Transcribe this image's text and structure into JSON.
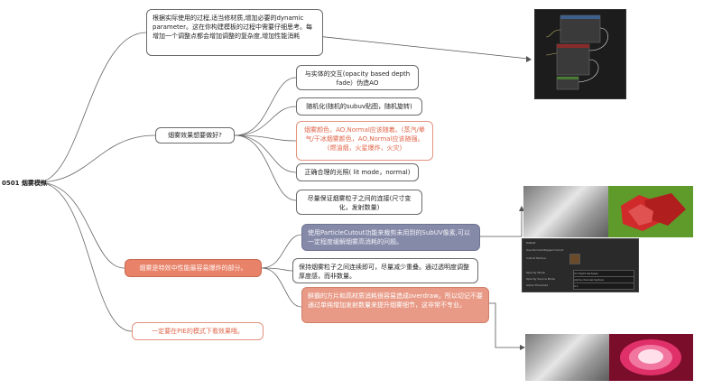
{
  "root": {
    "label": "0501 烟雾模拟"
  },
  "top_note": {
    "text": "根据实际使用的过程,适当修材质,增加必要的dynamic parameter。这在你构建模板的过程中需要仔细思考。每增加一个调整点都会增加调整的复杂度,增加性能消耗"
  },
  "branch_smoke": {
    "label": "烟雾效果想要做好?",
    "children": [
      "与实体的交互(opacity based depth fade）伪造AO",
      "随机化(随机的subuv贴图，随机旋转)",
      "烟雾颜色，AO,Normal应该随着。(蒸汽/晕气/干冰烟雾颜色，AO,Normal应该随强。(燃油烟，火星爆炸，火灾)",
      "正确合理的光照( lit mode，normal)",
      "尽量保证烟雾粒子之间的连接(尺寸变化，发射数量)"
    ]
  },
  "branch_perf": {
    "label": "烟雾是特效中性能最容易爆炸的部分。",
    "children": [
      "使用ParticleCutout功能来裁剪未用到的SubUV像素,可以一定程度缓解烟雾高消耗的问题。",
      "保持烟雾粒子之间连续即可，尽量减少重叠。通过透明度调整厚度感，而非数量。",
      "鲜霸的方片和高材质消耗很容易造成overdraw。所以切记不要通过单纯增加发射数量来提升烟雾细节，这非常不专业。"
    ]
  },
  "branch_note": {
    "label": "一定要在PIE的模式下看效果哦。"
  },
  "props_panel": {
    "title": "Cutout",
    "rows": [
      "Use Normal Mapped Cutout",
      "Cutout Texture",
      "Opacity Mode",
      "Opacity Source Mode",
      "Alpha Threshold"
    ],
    "values": [
      "",
      "",
      "UV Eight Vertexes",
      "Alpha channel texture",
      "0.1"
    ]
  }
}
